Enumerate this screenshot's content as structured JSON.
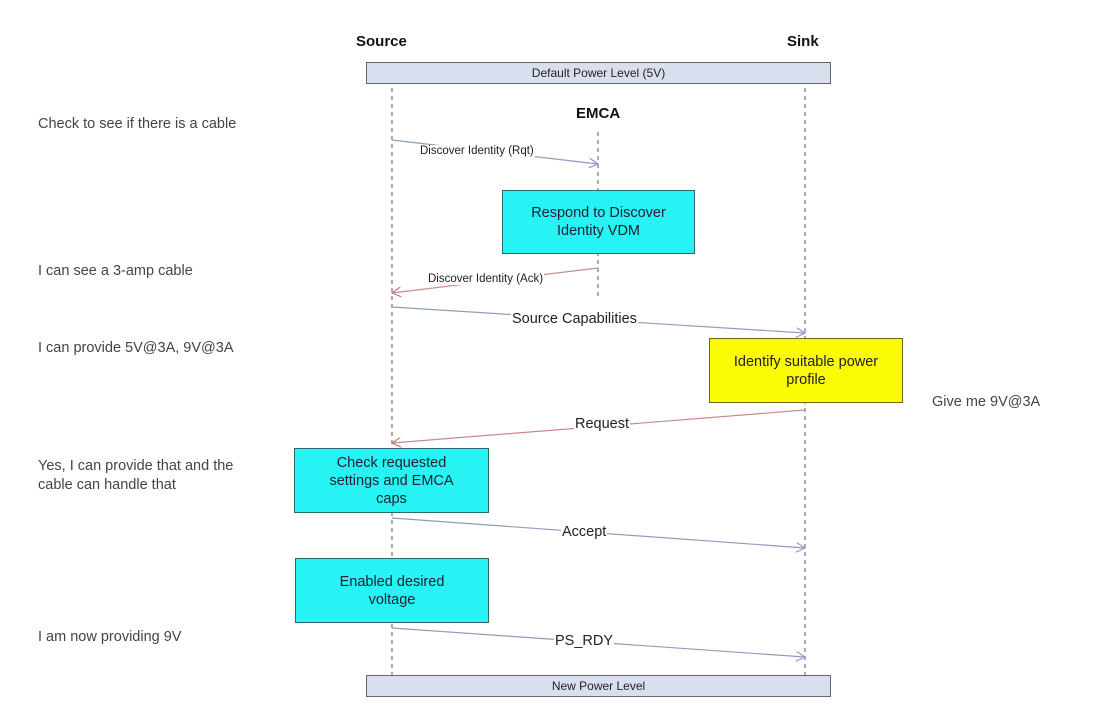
{
  "actors": {
    "source": "Source",
    "sink": "Sink",
    "emca": "EMCA"
  },
  "levels": {
    "start": "Default Power Level (5V)",
    "end": "New Power Level"
  },
  "notes": {
    "check_cable": "Check to see if there is a cable",
    "see_cable": "I can see a 3-amp cable",
    "can_provide": "I can provide 5V@3A, 9V@3A",
    "yes_provide_1": "Yes, I can provide that and the",
    "yes_provide_2": "cable can handle that",
    "now_providing": "I am now providing 9V",
    "give_me": "Give me 9V@3A"
  },
  "boxes": {
    "respond": [
      "Respond to Discover",
      "Identity VDM"
    ],
    "identify": [
      "Identify suitable power",
      "profile"
    ],
    "check": [
      "Check requested",
      "settings and EMCA",
      "caps"
    ],
    "enable": [
      "Enabled desired",
      "voltage"
    ]
  },
  "messages": {
    "discover_rqt": "Discover Identity (Rqt)",
    "discover_ack": "Discover Identity (Ack)",
    "source_caps": "Source Capabilities",
    "request": "Request",
    "accept": "Accept",
    "ps_rdy": "PS_RDY"
  },
  "colors": {
    "cyan": "#27f3f5",
    "yellow": "#fbfb05",
    "level_fill": "#d9dfee",
    "request_arrow": "#c98a8a",
    "forward_arrow": "#8f9dbd"
  }
}
